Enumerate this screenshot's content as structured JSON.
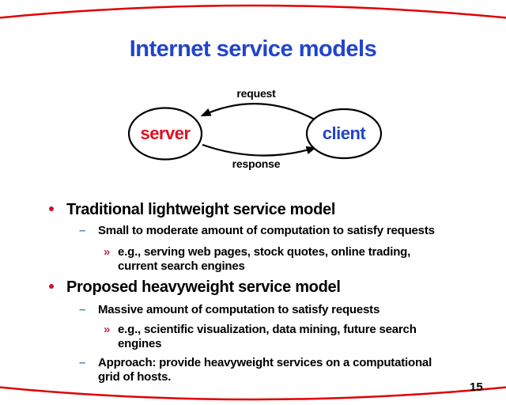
{
  "slide": {
    "title": "Internet service models",
    "page_number": "15"
  },
  "diagram": {
    "server_label": "server",
    "client_label": "client",
    "request_label": "request",
    "response_label": "response"
  },
  "outline": {
    "item1": {
      "text": "Traditional lightweight service model"
    },
    "item1_sub1": {
      "line1": "Small to moderate amount of computation to satisfy requests"
    },
    "item1_sub1_ex": {
      "line1": "e.g., serving web pages, stock quotes, online trading,",
      "line2": "current search engines"
    },
    "item2": {
      "text": "Proposed heavyweight service model"
    },
    "item2_sub1": {
      "line1": "Massive amount of computation to satisfy requests"
    },
    "item2_sub1_ex": {
      "line1": "e.g., scientific visualization, data mining, future search",
      "line2": "engines"
    },
    "item2_sub2": {
      "line1": "Approach: provide heavyweight services on a computational",
      "line2": "grid of hosts."
    }
  },
  "markers": {
    "dash": "–",
    "chevron": "»"
  },
  "colors": {
    "title_blue": "#2244cc",
    "server_red": "#dd1122",
    "client_blue": "#2244cc",
    "bullet_red": "#cc1133",
    "dash_blue": "#5b84b8",
    "chevron_red": "#c22a4a",
    "border_red": "#e00000",
    "text_black": "#000000"
  }
}
